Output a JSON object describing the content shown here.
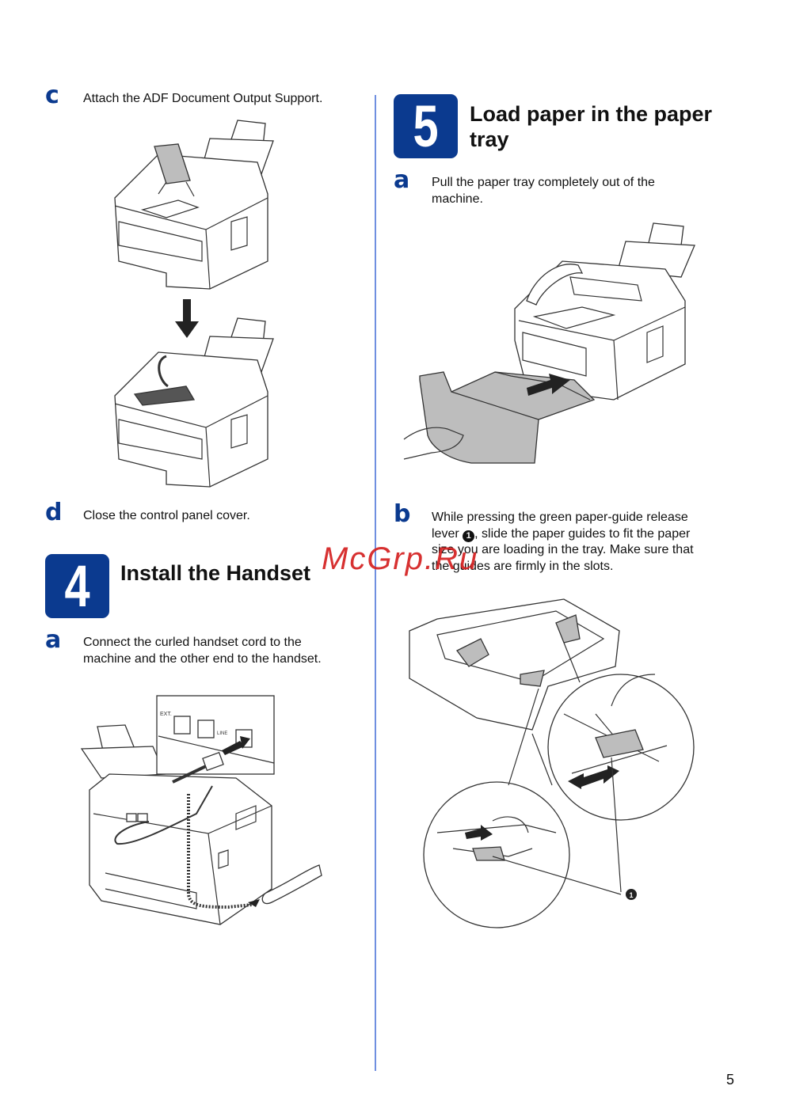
{
  "left": {
    "step_c": {
      "letter": "c",
      "text": "Attach the ADF Document Output Support."
    },
    "step_d": {
      "letter": "d",
      "text": "Close the control panel cover."
    },
    "section4": {
      "number": "4",
      "title": "Install the Handset"
    },
    "step_4a": {
      "letter": "a",
      "text_line1": "Connect the curled handset cord to the",
      "text_line2": "machine and the other end to the handset."
    },
    "jack_labels": {
      "ext": "EXT.",
      "line": "LINE"
    }
  },
  "right": {
    "section5": {
      "number": "5",
      "title_line1": "Load paper in the paper",
      "title_line2": "tray"
    },
    "step_5a": {
      "letter": "a",
      "text_line1": "Pull the paper tray completely out of the",
      "text_line2": "machine."
    },
    "step_5b": {
      "letter": "b",
      "line1": "While pressing the green paper-guide release",
      "line2_pre": "lever",
      "callout": "1",
      "line2_post": ", slide the paper guides to fit the paper",
      "line3": "size you are loading in the tray. Make sure that",
      "line4": "the guides are firmly in the slots."
    },
    "callout_label": "1"
  },
  "page_number": "5",
  "watermark": "McGrp.Ru",
  "colors": {
    "accent": "#0b3a8f",
    "divider": "#6f8fe0",
    "watermark": "#d42020"
  }
}
